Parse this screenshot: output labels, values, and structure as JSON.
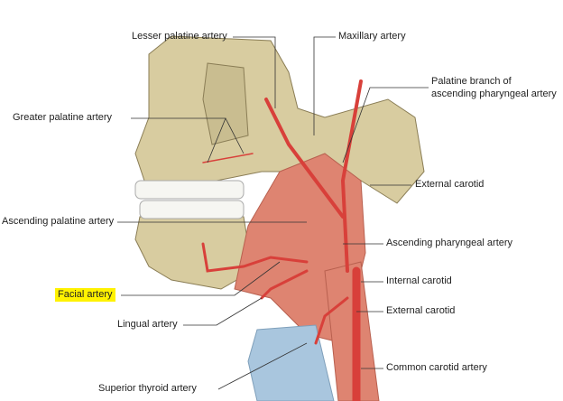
{
  "labels": {
    "lesser_palatine": "Lesser palatine artery",
    "maxillary": "Maxillary artery",
    "palatine_branch_1": "Palatine branch of",
    "palatine_branch_2": "ascending pharyngeal artery",
    "greater_palatine": "Greater palatine artery",
    "external_carotid_upper": "External carotid",
    "ascending_palatine": "Ascending palatine artery",
    "ascending_pharyngeal": "Ascending pharyngeal artery",
    "facial": "Facial artery",
    "internal_carotid": "Internal carotid",
    "lingual": "Lingual artery",
    "external_carotid_lower": "External carotid",
    "superior_thyroid": "Superior thyroid artery",
    "common_carotid": "Common carotid artery"
  },
  "colors": {
    "bone": "#d8cca0",
    "muscle": "#de8471",
    "artery": "#d8403a",
    "highlight": "#fff200",
    "cartilage": "#a9c6de"
  }
}
